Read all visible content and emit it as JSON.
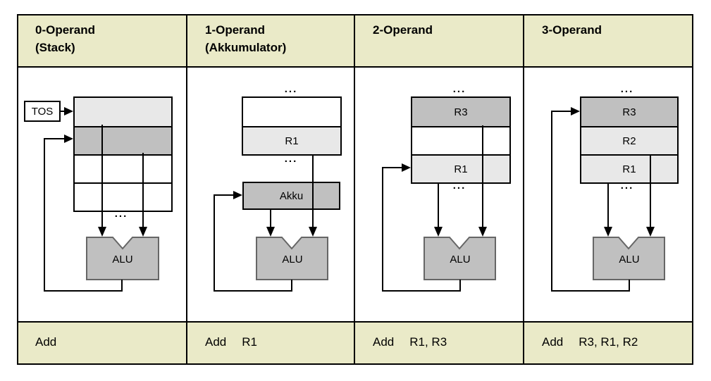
{
  "labels": {
    "ellipsis": "...",
    "alu": "ALU"
  },
  "colors": {
    "page_bg": "#FFFFFF",
    "band_bg": "#EAEAC8",
    "border": "#000000",
    "register_dark": "#C0C0C0",
    "register_light": "#E8E8E8",
    "register_white": "#FFFFFF",
    "alu_fill": "#C0C0C0",
    "alu_border": "#666666"
  },
  "columns": [
    {
      "header_line1": "0-Operand",
      "header_line2": "(Stack)",
      "tos_label": "TOS",
      "registers": [
        "",
        "",
        "",
        ""
      ],
      "instruction": {
        "mnemonic": "Add",
        "operands": ""
      }
    },
    {
      "header_line1": "1-Operand",
      "header_line2": "(Akkumulator)",
      "accumulator_label": "Akku",
      "registers": [
        "",
        "R1"
      ],
      "instruction": {
        "mnemonic": "Add",
        "operands": "R1"
      }
    },
    {
      "header_line1": "2-Operand",
      "header_line2": "",
      "registers": [
        "R3",
        "",
        "R1"
      ],
      "instruction": {
        "mnemonic": "Add",
        "operands": "R1, R3"
      }
    },
    {
      "header_line1": "3-Operand",
      "header_line2": "",
      "registers": [
        "R3",
        "R2",
        "R1"
      ],
      "instruction": {
        "mnemonic": "Add",
        "operands": "R3, R1, R2"
      }
    }
  ]
}
